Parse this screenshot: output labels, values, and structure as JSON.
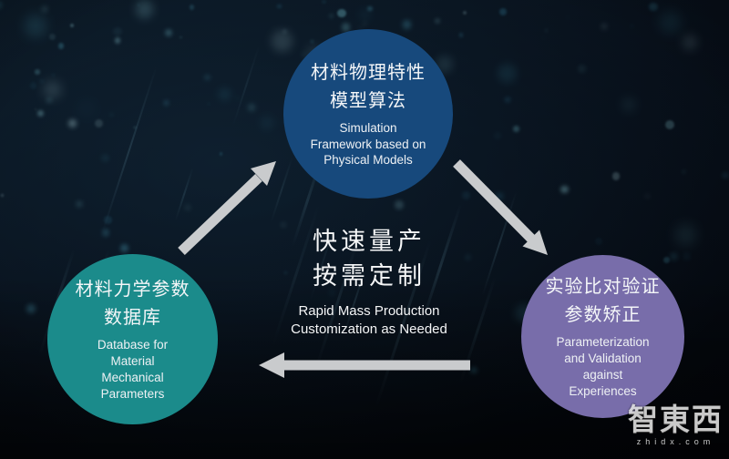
{
  "colors": {
    "background": "#060c15",
    "arrow": "#c9cbcd",
    "node_top": "#17497c",
    "node_left": "#1b8b8b",
    "node_right": "#786daa"
  },
  "diagram": {
    "center": {
      "zh": [
        "快速量产",
        "按需定制"
      ],
      "en": [
        "Rapid Mass Production",
        "Customization as Needed"
      ]
    },
    "nodes": [
      {
        "id": "simulation-framework",
        "zh": [
          "材料物理特性",
          "模型算法"
        ],
        "en": [
          "Simulation",
          "Framework based on",
          "Physical Models"
        ],
        "color": "#17497c"
      },
      {
        "id": "parameter-validation",
        "zh": [
          "实验比对验证",
          "参数矫正"
        ],
        "en": [
          "Parameterization",
          "and Validation",
          "against",
          "Experiences"
        ],
        "color": "#786daa"
      },
      {
        "id": "material-database",
        "zh": [
          "材料力学参数",
          "数据库"
        ],
        "en": [
          "Database for",
          "Material",
          "Mechanical",
          "Parameters"
        ],
        "color": "#1b8b8b"
      }
    ],
    "arrow_color": "#c9cbcd"
  },
  "watermark": {
    "logo": "智東西",
    "domain": "zhidx.com"
  }
}
